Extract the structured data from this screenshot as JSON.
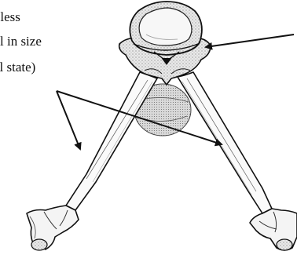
{
  "figure": {
    "caption_lines": [
      "or less",
      "l in size",
      "al state)"
    ],
    "arrow_count": 3,
    "ink_color": "#111111",
    "shade_color": "#cfcfcf",
    "background": "#ffffff"
  }
}
